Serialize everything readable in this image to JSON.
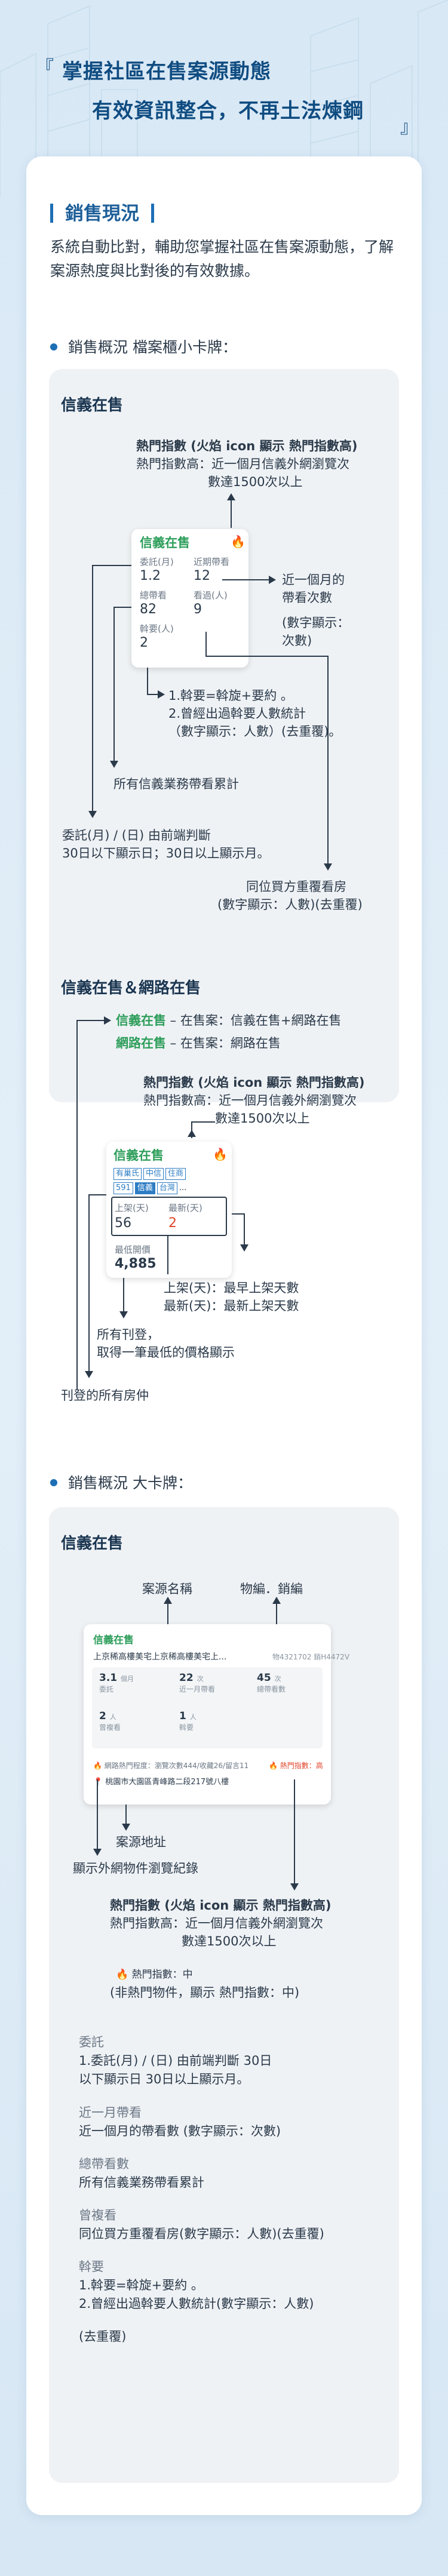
{
  "hero": {
    "quote_open": "『",
    "quote_close": "』",
    "line1": "掌握社區在售案源動態",
    "line2": "有效資訊整合，不再土法煉鋼"
  },
  "section": {
    "title": "銷售現況",
    "intro": "系統自動比對，輔助您掌握社區在售案源動態，了解案源熱度與比對後的有效數據。"
  },
  "small_card": {
    "bullet": "銷售概況  檔案櫃小卡牌：",
    "panel1": {
      "title": "信義在售",
      "hot_head": "熱門指數 (火焰 icon 顯示 熱門指數高)",
      "hot_desc1": "熱門指數高：近一個月信義外網瀏覽次",
      "hot_desc2": "數達1500次以上",
      "card_title": "信義在售",
      "flame_icon": "flame-icon",
      "lbl_commission": "委託(月)",
      "val_commission": "1.2",
      "lbl_recent": "近期帶看",
      "val_recent": "12",
      "lbl_total": "總帶看",
      "val_total": "82",
      "lbl_seen": "看過(人)",
      "val_seen": "9",
      "lbl_bargain": "斡要(人)",
      "val_bargain": "2",
      "recent_note1": "近一個月的",
      "recent_note2": "帶看次數",
      "recent_note3": "(數字顯示：",
      "recent_note4": "次數)",
      "bargain_note1": "1.斡要=斡旋+要約 。",
      "bargain_note2": "2.曾經出過斡要人數統計",
      "bargain_note3": "（數字顯示：人數）(去重覆)。",
      "total_note": "所有信義業務帶看累計",
      "commission_note1": "委託(月) / (日) 由前端判斷",
      "commission_note2": "30日以下顯示日；30日以上顯示月。",
      "seen_note1": "同位買方重覆看房",
      "seen_note2": "(數字顯示：人數)(去重覆)"
    },
    "panel2": {
      "title": "信義在售＆網路在售",
      "legend1_green": "信義在售",
      "legend1_rest": " – 在售案：信義在售+網路在售",
      "legend2_green": "網路在售",
      "legend2_rest": " – 在售案：網路在售",
      "hot_head": "熱門指數 (火焰 icon 顯示 熱門指數高)",
      "hot_desc1": "熱門指數高：近一個月信義外網瀏覽次",
      "hot_desc2": "數達1500次以上",
      "card_title": "信義在售",
      "tags": [
        "有巢氏",
        "中信",
        "住商",
        "591",
        "信義",
        "台灣",
        "..."
      ],
      "lbl_listed": "上架(天)",
      "val_listed": "56",
      "lbl_newest": "最新(天)",
      "val_newest": "2",
      "lbl_lowest": "最低開價",
      "val_lowest": "4,885",
      "listed_note": "上架(天)：最早上架天數",
      "newest_note": "最新(天)：最新上架天數",
      "lowest_note1": "所有刊登，",
      "lowest_note2": "取得一筆最低的價格顯示",
      "agents_note": "刊登的所有房仲"
    }
  },
  "big_card": {
    "bullet": "銷售概況  大卡牌：",
    "panel_title": "信義在售",
    "lbl_case_name": "案源名稱",
    "lbl_property": "物編．銷編",
    "card_title": "信義在售",
    "card_name": "上京稀高樓美宅上京稀高樓美宅上...",
    "card_ids": "物4321702 銷H4472V",
    "cells": [
      {
        "v": "3.1",
        "u": "個月",
        "l": "委託"
      },
      {
        "v": "22",
        "u": "次",
        "l": "近一月帶看"
      },
      {
        "v": "45",
        "u": "次",
        "l": "總帶看數"
      },
      {
        "v": "2",
        "u": "人",
        "l": "曾複看"
      },
      {
        "v": "1",
        "u": "人",
        "l": "斡要"
      }
    ],
    "browse_line": "網路熱門程度：瀏覽次數444/收藏26/留言11",
    "hot_label": "熱門指數：高",
    "address": "桃園市大園區青峰路二段217號八樓",
    "lbl_address": "案源地址",
    "lbl_browse": "顯示外網物件瀏覽紀錄",
    "hot_head": "熱門指數 (火焰 icon 顯示 熱門指數高)",
    "hot_desc1": "熱門指數高：近一個月信義外網瀏覽次",
    "hot_desc2": "數達1500次以上",
    "mid_hot": "熱門指數：中",
    "mid_hot_note": "(非熱門物件，顯示 熱門指數：中)",
    "defs": [
      {
        "h": "委託",
        "b1": "1.委託(月) / (日) 由前端判斷 30日",
        "b2": "  以下顯示日 30日以上顯示月。"
      },
      {
        "h": "近一月帶看",
        "b1": "近一個月的帶看數 (數字顯示：次數)",
        "b2": ""
      },
      {
        "h": "總帶看數",
        "b1": "所有信義業務帶看累計",
        "b2": ""
      },
      {
        "h": "曾複看",
        "b1": "同位買方重覆看房(數字顯示：人數)(去重覆)",
        "b2": ""
      },
      {
        "h": "斡要",
        "b1": "1.斡要=斡旋+要約 。",
        "b2": "2.曾經出過斡要人數統計(數字顯示：人數)"
      },
      {
        "h": "",
        "b1": "  (去重覆)",
        "b2": ""
      }
    ]
  },
  "colors": {
    "accent": "#1d6fb5",
    "green": "#2e9e5b",
    "flame": "#e8542c"
  }
}
